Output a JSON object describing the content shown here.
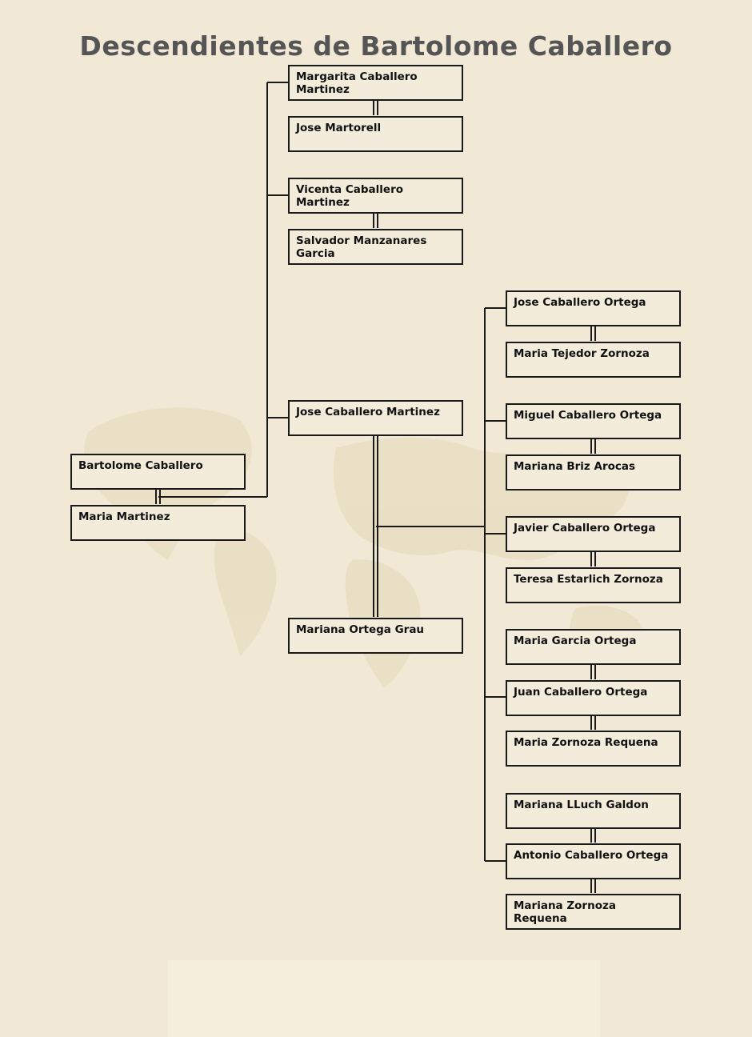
{
  "title": "Descendientes de Bartolome Caballero",
  "colors": {
    "background": "#f1e9d6",
    "title": "#555555",
    "box_border": "#1a1a1a",
    "box_fill": "#f3ecda",
    "line": "#1a1a1a"
  },
  "people": {
    "bartolome": "Bartolome Caballero",
    "maria_martinez": "Maria Martinez",
    "margarita": "Margarita Caballero Martinez",
    "jose_martorell": "Jose Martorell",
    "vicenta": "Vicenta Caballero Martinez",
    "salvador": "Salvador Manzanares Garcia",
    "jose_cm": "Jose Caballero Martinez",
    "mariana_og": "Mariana Ortega Grau",
    "jose_co": "Jose Caballero Ortega",
    "maria_tejedor": "Maria Tejedor Zornoza",
    "miguel_co": "Miguel Caballero Ortega",
    "mariana_briz": "Mariana Briz Arocas",
    "javier_co": "Javier Caballero Ortega",
    "teresa": "Teresa Estarlich Zornoza",
    "maria_garcia": "Maria Garcia Ortega",
    "juan_co": "Juan Caballero Ortega",
    "maria_zornoza": "Maria Zornoza Requena",
    "mariana_lluch": "Mariana LLuch Galdon",
    "antonio_co": "Antonio Caballero Ortega",
    "mariana_zornoza": "Mariana Zornoza Requena"
  }
}
